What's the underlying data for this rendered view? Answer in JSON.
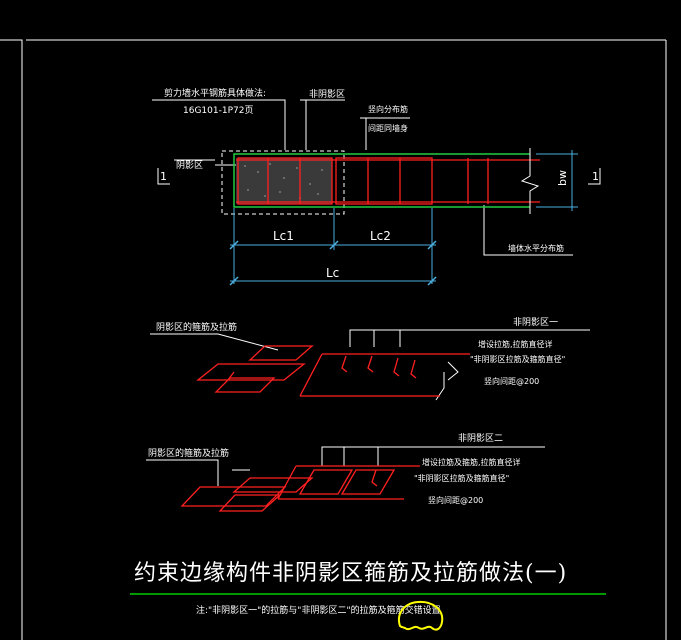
{
  "colors": {
    "background": "#000000",
    "line_white": "#ffffff",
    "rebar_red": "#ff2020",
    "wall_green": "#22cc44",
    "dim_cyan": "#4ab0e0",
    "underline_green": "#00cc00",
    "highlight_yellow": "#ffff00"
  },
  "plan": {
    "note_title": "剪力墙水平钢筋具体做法:",
    "note_ref": "16G101-1P72页",
    "non_shadow_label": "非阴影区",
    "vertical_bar_label_1": "竖向分布筋",
    "vertical_bar_label_2": "间距同墙身",
    "shadow_label": "阴影区",
    "section_left": "1",
    "section_right": "1",
    "dim_lc1": "Lc1",
    "dim_lc2": "Lc2",
    "dim_lc": "Lc",
    "dim_bw": "bw",
    "wall_horizontal_label": "墙体水平分布筋"
  },
  "detail1": {
    "shadow_label": "阴影区的箍筋及拉筋",
    "non_shadow_title": "非阴影区一",
    "line1": "增设拉筋,拉筋直径详",
    "line2": "\"非阴影区拉筋及箍筋直径\"",
    "line3": "竖向间距@200"
  },
  "detail2": {
    "shadow_label": "阴影区的箍筋及拉筋",
    "non_shadow_title": "非阴影区二",
    "line1": "增设拉筋及箍筋,拉筋直径详",
    "line2": "\"非阴影区拉筋及箍筋直径\"",
    "line3": "竖向间距@200"
  },
  "title": "约束边缘构件非阴影区箍筋及拉筋做法(一)",
  "footnote": "注:\"非阴影区一\"的拉筋与\"非阴影区二\"的拉筋及箍筋交错设置"
}
